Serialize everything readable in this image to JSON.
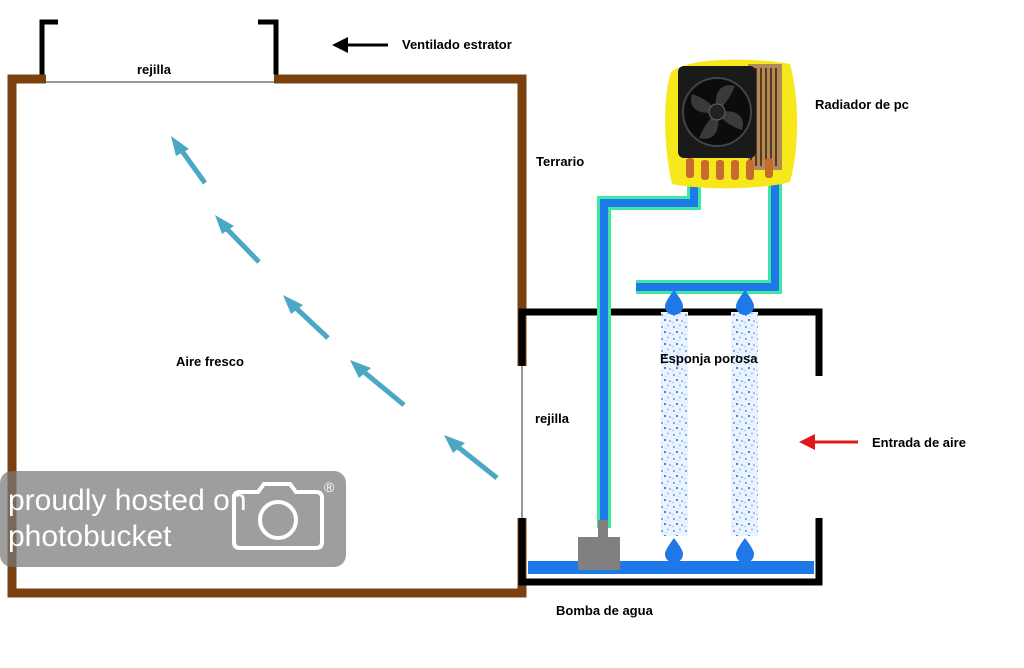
{
  "labels": {
    "fan": "Ventilado estrator",
    "grille_top": "rejilla",
    "grille_side": "rejilla",
    "terrarium": "Terrario",
    "fresh_air": "Aire fresco",
    "radiator": "Radiador de pc",
    "sponge": "Esponja porosa",
    "air_inlet": "Entrada de aire",
    "pump": "Bomba de agua"
  },
  "watermark": {
    "line1": "proudly hosted on",
    "line2": "photobucket",
    "registered": "®"
  },
  "colors": {
    "terrarium_wall": "#7a4010",
    "airflow_arrow": "#4aa8c4",
    "water": "#1e78e8",
    "pipe_outline": "#3ee8a0",
    "radiator_glow": "#f7e81c",
    "inlet_arrow": "#e01818"
  }
}
